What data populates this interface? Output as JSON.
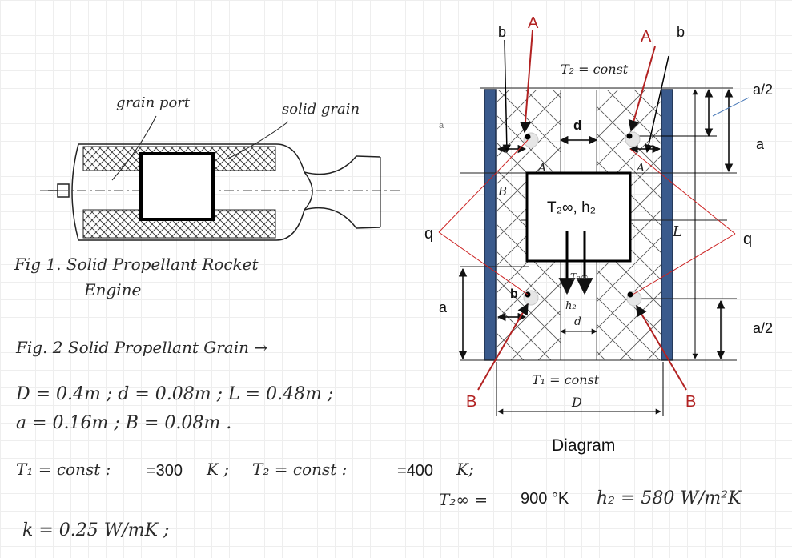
{
  "fig1": {
    "grain_port_label": "grain port",
    "solid_grain_label": "solid grain",
    "caption_line1": "Fig 1.  Solid Propellant Rocket",
    "caption_line2": "Engine"
  },
  "fig2": {
    "caption": "Fig. 2  Solid Propellant Grain →"
  },
  "given": {
    "line1": "D = 0.4m ;  d = 0.08m ;  L = 0.48m ;",
    "line2": "a = 0.16m  ;  B = 0.08m .",
    "t1_prefix": "T₁ = const :",
    "t1_value": "=300",
    "t1_unit": "K ;",
    "t2_prefix": "T₂ = const :",
    "t2_value": "=400",
    "t2_unit": "K;",
    "t2inf_symbol": "T₂∞ =",
    "t2inf_value": "900 °K",
    "h2_value": "h₂ = 580 W/m²K",
    "k_value": "k = 0.25 W/mK ;"
  },
  "diagram": {
    "title": "Diagram",
    "label_A_left": "A",
    "label_A_right": "A",
    "label_b_top_left": "b",
    "label_b_top_right": "b",
    "label_T2_const": "T₂ = const",
    "label_d_top": "d",
    "label_a_half_top": "a/2",
    "label_a_right": "a",
    "label_small_a": "a",
    "label_center_box": "T₂∞, h₂",
    "label_q_left": "q",
    "label_q_right": "q",
    "label_B_small": "B",
    "label_A_small_left": "A",
    "label_A_small_right": "A",
    "label_L": "L",
    "label_a_left": "a",
    "label_b_bottom": "b",
    "label_Too_small": "T₂∞",
    "label_h2_small": "h₂",
    "label_d_bottom": "d",
    "label_a_half_bottom": "a/2",
    "label_T1_const": "T₁ = const",
    "label_D": "D",
    "label_B_left": "B",
    "label_B_right": "B"
  },
  "colors": {
    "wall_blue": "#3a5a8c",
    "label_red": "#b22222",
    "leader_blue": "#4a7ab8",
    "ink": "#1a1a1a"
  }
}
